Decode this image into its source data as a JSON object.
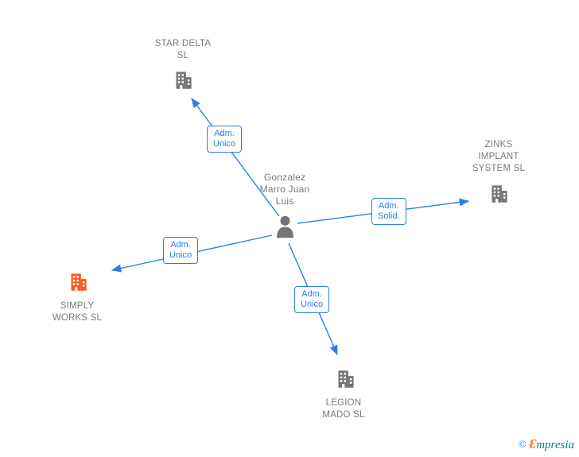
{
  "diagram_title": "company-relationship-graph",
  "person": {
    "lines": [
      "Gonzalez",
      "Marro Juan",
      "Luis"
    ]
  },
  "companies": {
    "star_delta": {
      "lines": [
        "STAR DELTA",
        "SL"
      ]
    },
    "zinks": {
      "lines": [
        "ZINKS",
        "IMPLANT",
        "SYSTEM  SL"
      ]
    },
    "simply": {
      "lines": [
        "SIMPLY",
        "WORKS  SL"
      ]
    },
    "legion": {
      "lines": [
        "LEGION",
        "MADO  SL"
      ]
    }
  },
  "edges": {
    "to_star_delta": {
      "lines": [
        "Adm.",
        "Unico"
      ]
    },
    "to_zinks": {
      "lines": [
        "Adm.",
        "Solid."
      ]
    },
    "to_simply": {
      "lines": [
        "Adm.",
        "Unico"
      ]
    },
    "to_legion": {
      "lines": [
        "Adm.",
        "Unico"
      ]
    }
  },
  "colors": {
    "edge_blue": "#2b7ce9",
    "icon_gray": "#757575",
    "highlight_orange": "#ff5a1f",
    "label_gray": "#7a7a7a"
  },
  "footer": {
    "copyright": "©",
    "brand_initial": "Ɛ",
    "brand_rest": "mpresia"
  }
}
